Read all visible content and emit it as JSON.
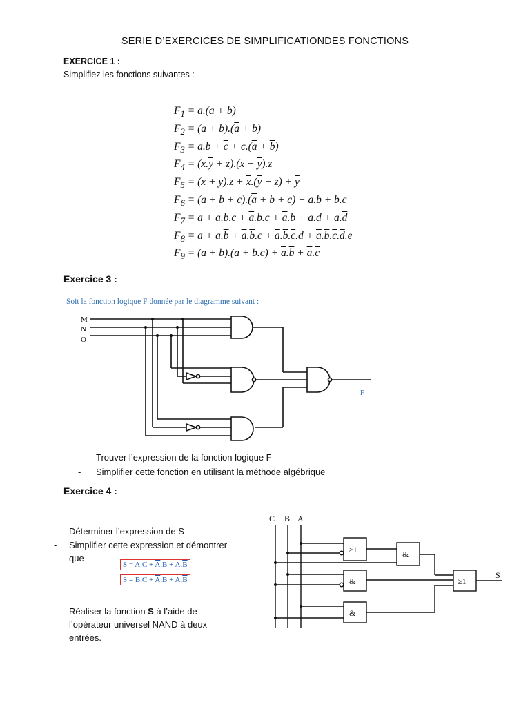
{
  "title": "SERIE D’EXERCICES DE SIMPLIFICATIONDES FONCTIONS",
  "exercice1": {
    "heading": "EXERCICE 1 :",
    "instruction": "Simplifiez les fonctions suivantes :",
    "functions": [
      {
        "name": "F",
        "index": "1"
      },
      {
        "name": "F",
        "index": "2"
      },
      {
        "name": "F",
        "index": "3"
      },
      {
        "name": "F",
        "index": "4"
      },
      {
        "name": "F",
        "index": "5"
      },
      {
        "name": "F",
        "index": "6"
      },
      {
        "name": "F",
        "index": "7"
      },
      {
        "name": "F",
        "index": "8"
      },
      {
        "name": "F",
        "index": "9"
      }
    ]
  },
  "exercice3": {
    "heading": "Exercice 3 :",
    "intro": "Soit la fonction logique F donnée par le diagramme suivant :",
    "inputs": [
      "M",
      "N",
      "O"
    ],
    "output": "F",
    "bullets": [
      "Trouver l’expression de la fonction logique F",
      "Simplifier cette fonction en utilisant la méthode algébrique"
    ]
  },
  "exercice4": {
    "heading": "Exercice 4 :",
    "bullet1": "Déterminer l’expression de S",
    "bullet2_line1": "Simplifier cette expression et démontrer",
    "bullet2_line2": "que",
    "bullet3_pre": "Réaliser la fonction ",
    "bullet3_bold": "S",
    "bullet3_post": " à l’aide de",
    "bullet3_line2": "l’opérateur universel NAND à deux",
    "bullet3_line3": "entrées.",
    "inputs": [
      "C",
      "B",
      "A"
    ],
    "output": "S",
    "gate_labels": {
      "or1": "≥1",
      "and_top": "&",
      "and_mid": "&",
      "and_bot": "&",
      "or_out": "≥1"
    },
    "box_color": "#dd3333"
  },
  "dash": "-"
}
